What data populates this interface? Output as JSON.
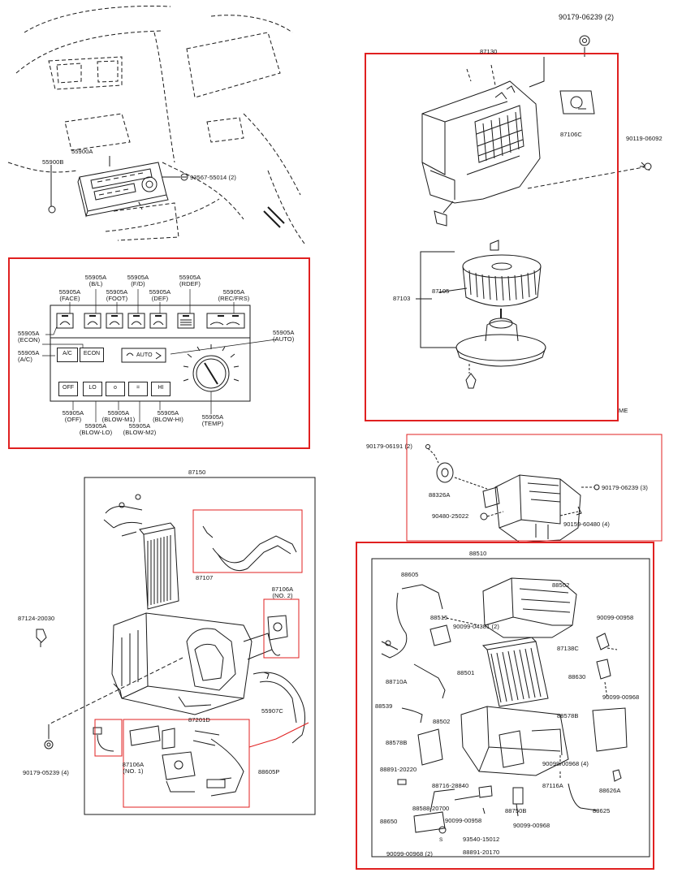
{
  "colors": {
    "highlight": "#e02020",
    "ink": "#1a1a1a",
    "thin_highlight": "#e88080"
  },
  "dash": {
    "p55900A": "55900A",
    "p55900B": "55900B",
    "p93567": "93567-55014 (2)"
  },
  "control_panel": {
    "part": "55905A",
    "face": "(FACE)",
    "bl": "(B/L)",
    "foot": "(FOOT)",
    "fd": "(F/D)",
    "def": "(DEF)",
    "rdef": "(RDEF)",
    "recfrs": "(REC/FRS)",
    "econ_tag": "(ECON)",
    "ac_tag": "(A/C)",
    "auto_tag": "(AUTO)",
    "off_tag": "(OFF)",
    "blowlo": "(BLOW-LO)",
    "blowm1": "(BLOW-M1)",
    "blowm2": "(BLOW-M2)",
    "blowhi": "(BLOW-HI)",
    "temp": "(TEMP)",
    "btn_ac": "A/C",
    "btn_econ": "ECON",
    "btn_auto": "AUTO",
    "btn_off": "OFF",
    "btn_lo": "LO",
    "btn_m1": "o",
    "btn_m2": "=",
    "btn_hi": "HI"
  },
  "blower": {
    "top_bolt": "90179-06239 (2)",
    "assy": "87130",
    "servo": "87106C",
    "bolt": "90119-06092",
    "motor_assy": "87103",
    "fan": "87105",
    "corner": "ME"
  },
  "cooling_small": {
    "screw": "90179-06191 (2)",
    "part88326A": "88326A",
    "bolt": "90179-06239 (3)",
    "part90480": "90480-25022",
    "part90159": "90159-60480 (4)"
  },
  "heater": {
    "assy": "87150",
    "core": "87107",
    "servo2": "87106A",
    "servo2_no": "(NO. 2)",
    "clip": "87124-20030",
    "tube": "55907C",
    "case": "87201D",
    "servo1": "87106A",
    "servo1_no": "(NO. 1)",
    "harness": "88605P",
    "bolt": "90179-05239 (4)"
  },
  "cooler": {
    "assy": "88510",
    "p88605": "88605",
    "p88502a": "88502",
    "p88515": "88515",
    "p90099_04381": "90099-04381 (2)",
    "p90099_00958a": "90099-00958",
    "p87138C": "87138C",
    "p88501": "88501",
    "p88710A": "88710A",
    "p88630": "88630",
    "p90099_00968a": "90099-00968",
    "p88539": "88539",
    "p88502b": "88502",
    "p88578B_r": "88578B",
    "p88578B_l": "88578B",
    "p88891_20220": "88891-20220",
    "p90099_00968_4": "90099-00968 (4)",
    "p88716": "88716-28840",
    "p87116A": "87116A",
    "p88626A": "88626A",
    "p88588": "88588-20700",
    "p88750B": "88750B",
    "p88625": "88625",
    "p90099_00958b": "90099-00958",
    "p90099_00968b": "90099-00968",
    "p88650": "88650",
    "p93540": "93540-15012",
    "p90099_00968_2": "90099-00968 (2)",
    "p88891_20170": "88891-20170",
    "s_mark": "S"
  }
}
